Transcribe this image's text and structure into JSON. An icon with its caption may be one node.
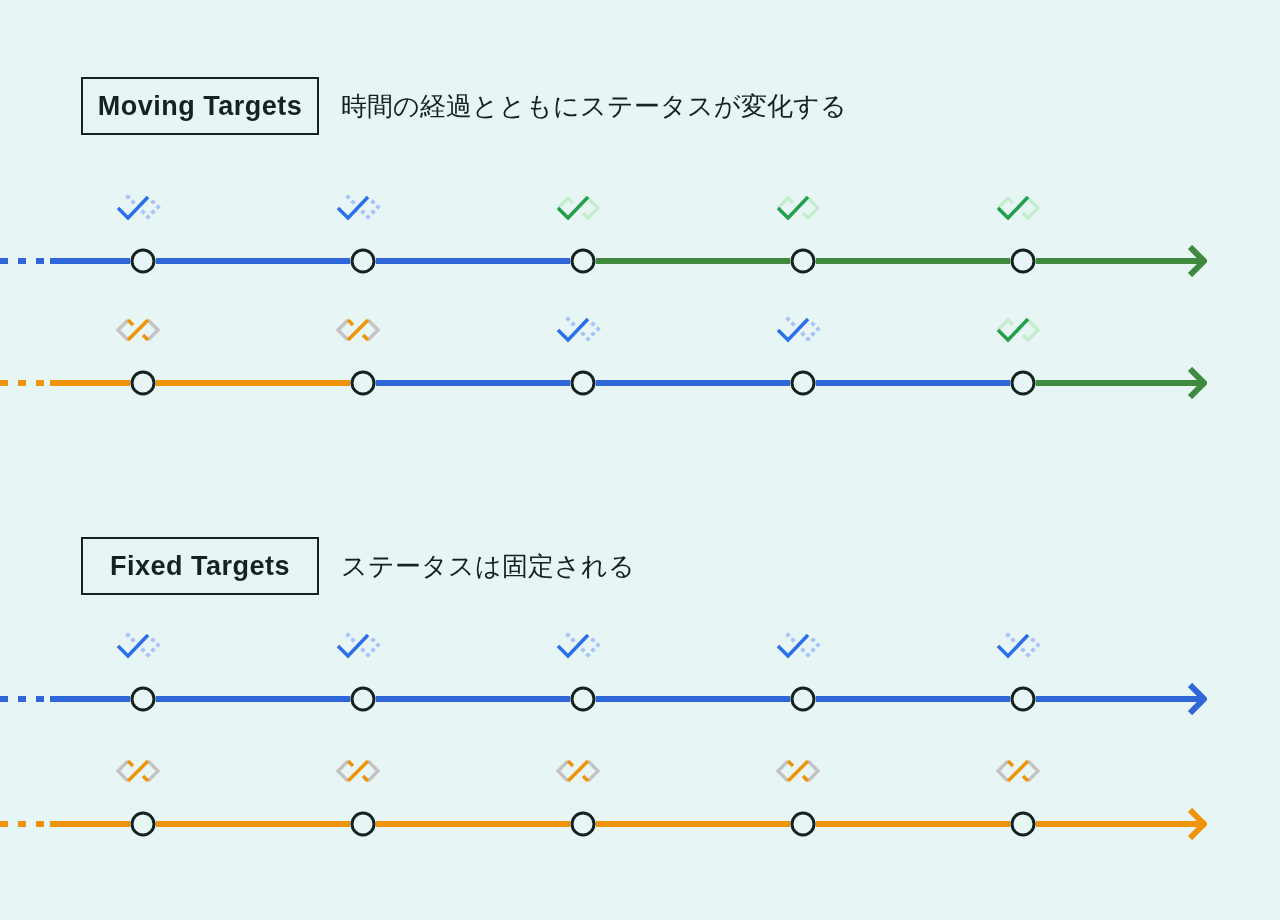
{
  "diagram": {
    "nodes": [
      {
        "text": [
          "Moving Targets"
        ],
        "beside": [
          "時間の経過とともにステータスが変化する"
        ]
      },
      {
        "text": [],
        "shape": "circle"
      },
      {
        "text": [],
        "shape": "circle"
      },
      {
        "text": [],
        "shape": "circle"
      },
      {
        "text": [],
        "shape": "circle"
      },
      {
        "text": [],
        "shape": "circle"
      },
      {
        "text": [],
        "shape": "circle"
      },
      {
        "text": [],
        "shape": "circle"
      },
      {
        "text": [],
        "shape": "circle"
      },
      {
        "text": [],
        "shape": "circle"
      },
      {
        "text": [],
        "shape": "circle"
      },
      {
        "text": [
          "Fixed Targets"
        ],
        "beside": [
          "ステータスは固定される"
        ]
      },
      {
        "text": [],
        "shape": "circle"
      },
      {
        "text": [],
        "shape": "circle"
      },
      {
        "text": [],
        "shape": "circle"
      },
      {
        "text": [],
        "shape": "circle"
      },
      {
        "text": [],
        "shape": "circle"
      },
      {
        "text": [],
        "shape": "circle"
      },
      {
        "text": [],
        "shape": "circle"
      },
      {
        "text": [],
        "shape": "circle"
      },
      {
        "text": [],
        "shape": "circle"
      },
      {
        "text": [],
        "shape": "circle"
      }
    ],
    "edges": [
      {
        "from": null,
        "to": 1,
        "arrow": "none",
        "style": "dashed"
      },
      {
        "from": 1,
        "to": 2,
        "arrow": "none"
      },
      {
        "from": 2,
        "to": 3,
        "arrow": "none"
      },
      {
        "from": 3,
        "to": 4,
        "arrow": "none",
        "color": "#3e8a3e"
      },
      {
        "from": 4,
        "to": 5,
        "arrow": "none",
        "color": "#3e8a3e"
      },
      {
        "from": 5,
        "to": null,
        "arrow": "to",
        "color": "#3e8a3e"
      },
      {
        "from": null,
        "to": 6,
        "arrow": "none",
        "style": "dashed",
        "color": "#ef930a"
      },
      {
        "from": 6,
        "to": 7,
        "arrow": "none",
        "color": "#ef930a"
      },
      {
        "from": 7,
        "to": 8,
        "arrow": "none"
      },
      {
        "from": 8,
        "to": 9,
        "arrow": "none"
      },
      {
        "from": 9,
        "to": 10,
        "arrow": "none"
      },
      {
        "from": 10,
        "to": null,
        "arrow": "to",
        "color": "#3e8a3e"
      },
      {
        "from": null,
        "to": 12,
        "arrow": "none",
        "style": "dashed"
      },
      {
        "from": 12,
        "to": 13,
        "arrow": "none"
      },
      {
        "from": 13,
        "to": 14,
        "arrow": "none"
      },
      {
        "from": 14,
        "to": 15,
        "arrow": "none"
      },
      {
        "from": 15,
        "to": 16,
        "arrow": "none"
      },
      {
        "from": 16,
        "to": null,
        "arrow": "to"
      },
      {
        "from": null,
        "to": 17,
        "arrow": "none",
        "style": "dashed",
        "color": "#ef930a"
      },
      {
        "from": 17,
        "to": 18,
        "arrow": "none",
        "color": "#ef930a"
      },
      {
        "from": 18,
        "to": 19,
        "arrow": "none",
        "color": "#ef930a"
      },
      {
        "from": 19,
        "to": 20,
        "arrow": "none",
        "color": "#ef930a"
      },
      {
        "from": 20,
        "to": 21,
        "arrow": "none",
        "color": "#ef930a"
      },
      {
        "from": 21,
        "to": null,
        "arrow": "to",
        "color": "#ef930a"
      }
    ]
  }
}
